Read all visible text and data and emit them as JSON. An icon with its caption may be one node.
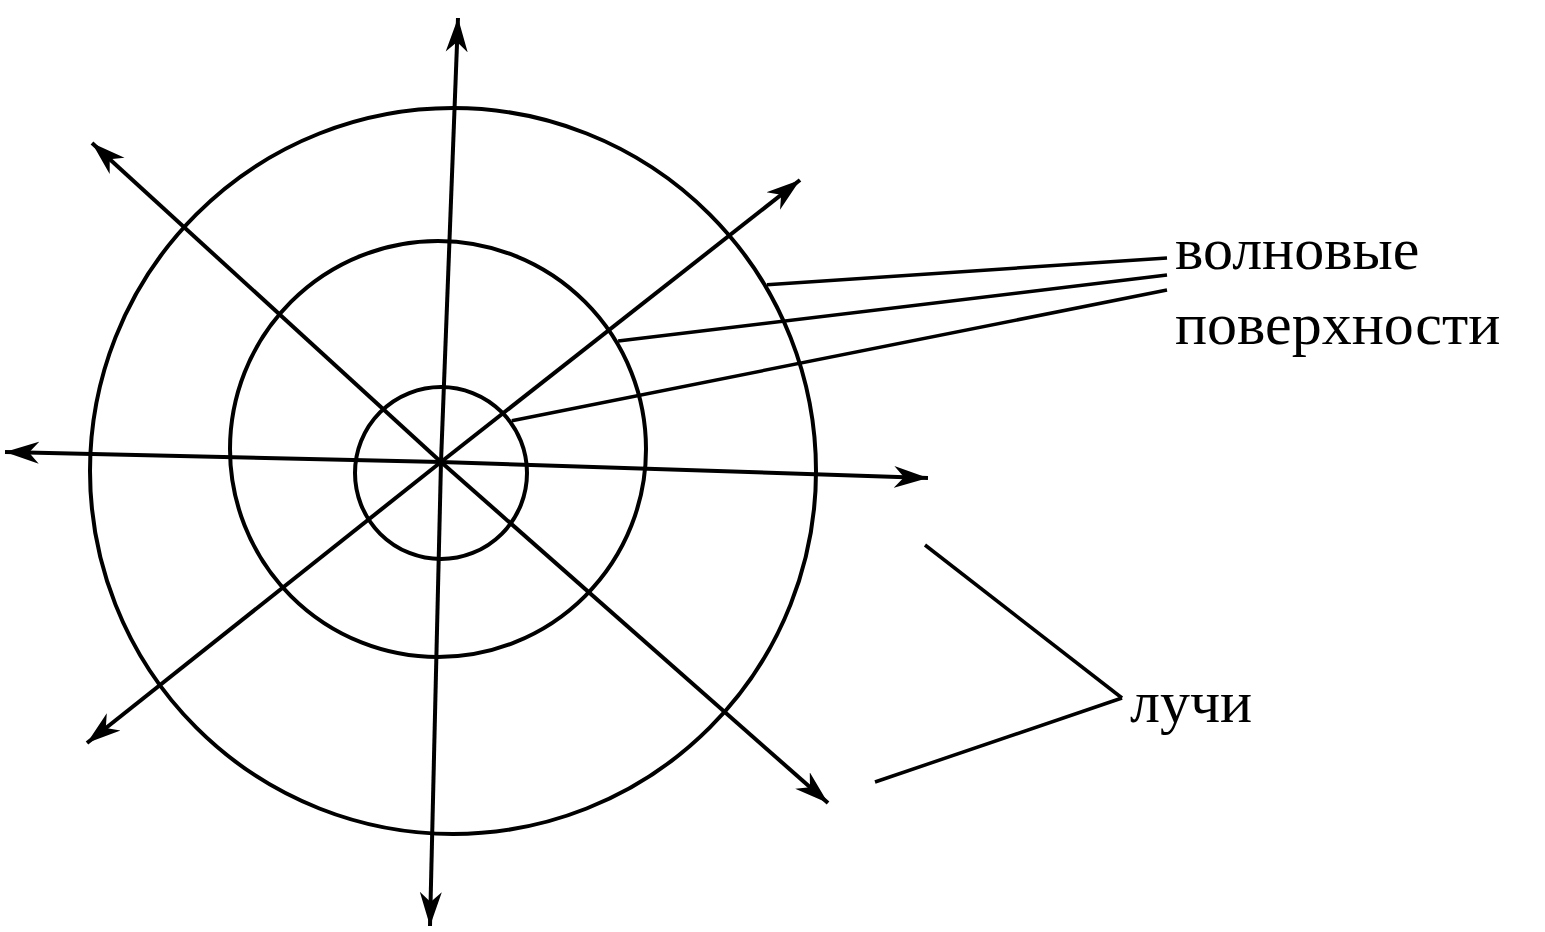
{
  "diagram": {
    "nodes": [
      {
        "text": [
          "волновые поверхности"
        ]
      },
      {
        "text": [
          "лучи"
        ]
      },
      {
        "text": [],
        "shape": "circle"
      },
      {
        "text": [],
        "shape": "circle",
        "in": 2
      },
      {
        "text": [],
        "shape": "circle",
        "in": 3
      }
    ],
    "edges": [
      {
        "from": 0,
        "to": 2,
        "arrow": "none"
      },
      {
        "from": 0,
        "to": 3,
        "arrow": "none"
      },
      {
        "from": 0,
        "to": 4,
        "arrow": "none"
      },
      {
        "from": 1,
        "to": null,
        "arrow": "none"
      },
      {
        "from": 1,
        "to": null,
        "arrow": "none"
      }
    ]
  }
}
